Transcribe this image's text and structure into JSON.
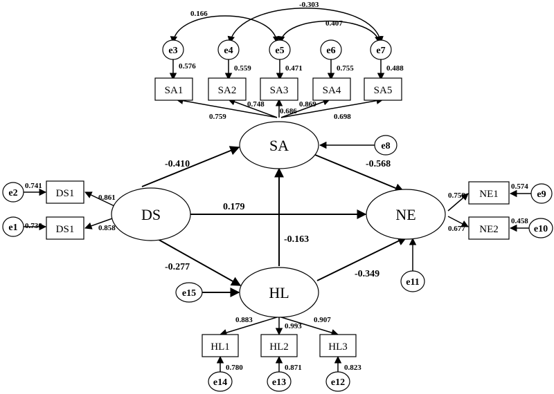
{
  "latents": {
    "SA": "SA",
    "DS": "DS",
    "NE": "NE",
    "HL": "HL"
  },
  "observed": {
    "SA1": "SA1",
    "SA2": "SA2",
    "SA3": "SA3",
    "SA4": "SA4",
    "SA5": "SA5",
    "DS1a": "DS1",
    "DS1b": "DS1",
    "NE1": "NE1",
    "NE2": "NE2",
    "HL1": "HL1",
    "HL2": "HL2",
    "HL3": "HL3"
  },
  "errors": {
    "e1": "e1",
    "e2": "e2",
    "e3": "e3",
    "e4": "e4",
    "e5": "e5",
    "e6": "e6",
    "e7": "e7",
    "e8": "e8",
    "e9": "e9",
    "e10": "e10",
    "e11": "e11",
    "e12": "e12",
    "e13": "e13",
    "e14": "e14",
    "e15": "e15"
  },
  "covariances": {
    "e3_e5": "0.166",
    "e5_e7": "0.407",
    "e4_e7": "-0.303"
  },
  "error_loadings": {
    "e3": "0.576",
    "e4": "0.559",
    "e5": "0.471",
    "e6": "0.755",
    "e7": "0.488",
    "e2": "0.741",
    "e1": "0.736",
    "e9": "0.574",
    "e10": "0.458",
    "e14": "0.780",
    "e13": "0.871",
    "e12": "0.823"
  },
  "factor_loadings": {
    "SA1": "0.759",
    "SA2": "0.748",
    "SA3": "0.686",
    "SA4": "0.869",
    "SA5": "0.698",
    "DS1a": "0.861",
    "DS1b": "0.858",
    "NE1": "0.758",
    "NE2": "0.677",
    "HL1": "0.883",
    "HL2": "0.993",
    "HL3": "0.907"
  },
  "paths": {
    "DS_SA": "-0.410",
    "SA_NE": "-0.568",
    "DS_NE": "0.179",
    "HL_SA": "-0.163",
    "DS_HL": "-0.277",
    "HL_NE": "-0.349"
  }
}
